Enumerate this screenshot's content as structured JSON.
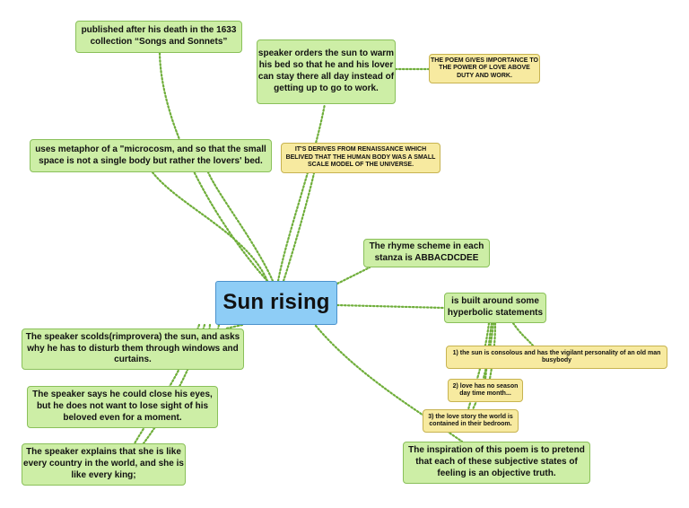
{
  "central": {
    "label": "Sun rising"
  },
  "nodes": {
    "published": "published after his death in the 1633 collection “Songs and Sonnets”",
    "speaker_orders": "speaker orders the sun to warm his bed so that he and his lover can stay there all day instead of getting up to go to work.",
    "poem_importance": "THE POEM GIVES IMPORTANCE TO THE POWER OF LOVE ABOVE DUTY AND WORK.",
    "metaphor": "uses metaphor of a \"microcosm, and so that the small space is not a single body but rather the lovers' bed.",
    "renaissance": "IT'S DERIVES FROM RENAISSANCE WHICH BELIVED THAT THE HUMAN BODY WAS A SMALL SCALE MODEL OF THE UNIVERSE.",
    "rhyme_scheme": "The rhyme scheme in each stanza is ABBACDCDEE",
    "hyperbolic": "is built around some hyperbolic statements",
    "hyper_1": "1) the sun is consolous and has the vigilant personality of an old man busybody",
    "hyper_2": "2) love has no season day time month...",
    "hyper_3": "3) the love story the world is contained in their bedroom.",
    "scolds": "The speaker scolds(rimprovera) the sun, and asks why he has to disturb them through windows and curtains.",
    "close_eyes": "The speaker says he could close his eyes, but he does not want to lose sight of his beloved even for a moment.",
    "every_country": "The speaker explains that she is like every country in the world, and she is like every king;",
    "inspiration": "The inspiration of this poem is to pretend that each of these subjective states of feeling is an objective truth."
  },
  "colors": {
    "central_fill": "#8ecdf6",
    "topic_fill": "#cdeea6",
    "note_fill": "#f7eaa0",
    "connector": "#6fae3a"
  }
}
